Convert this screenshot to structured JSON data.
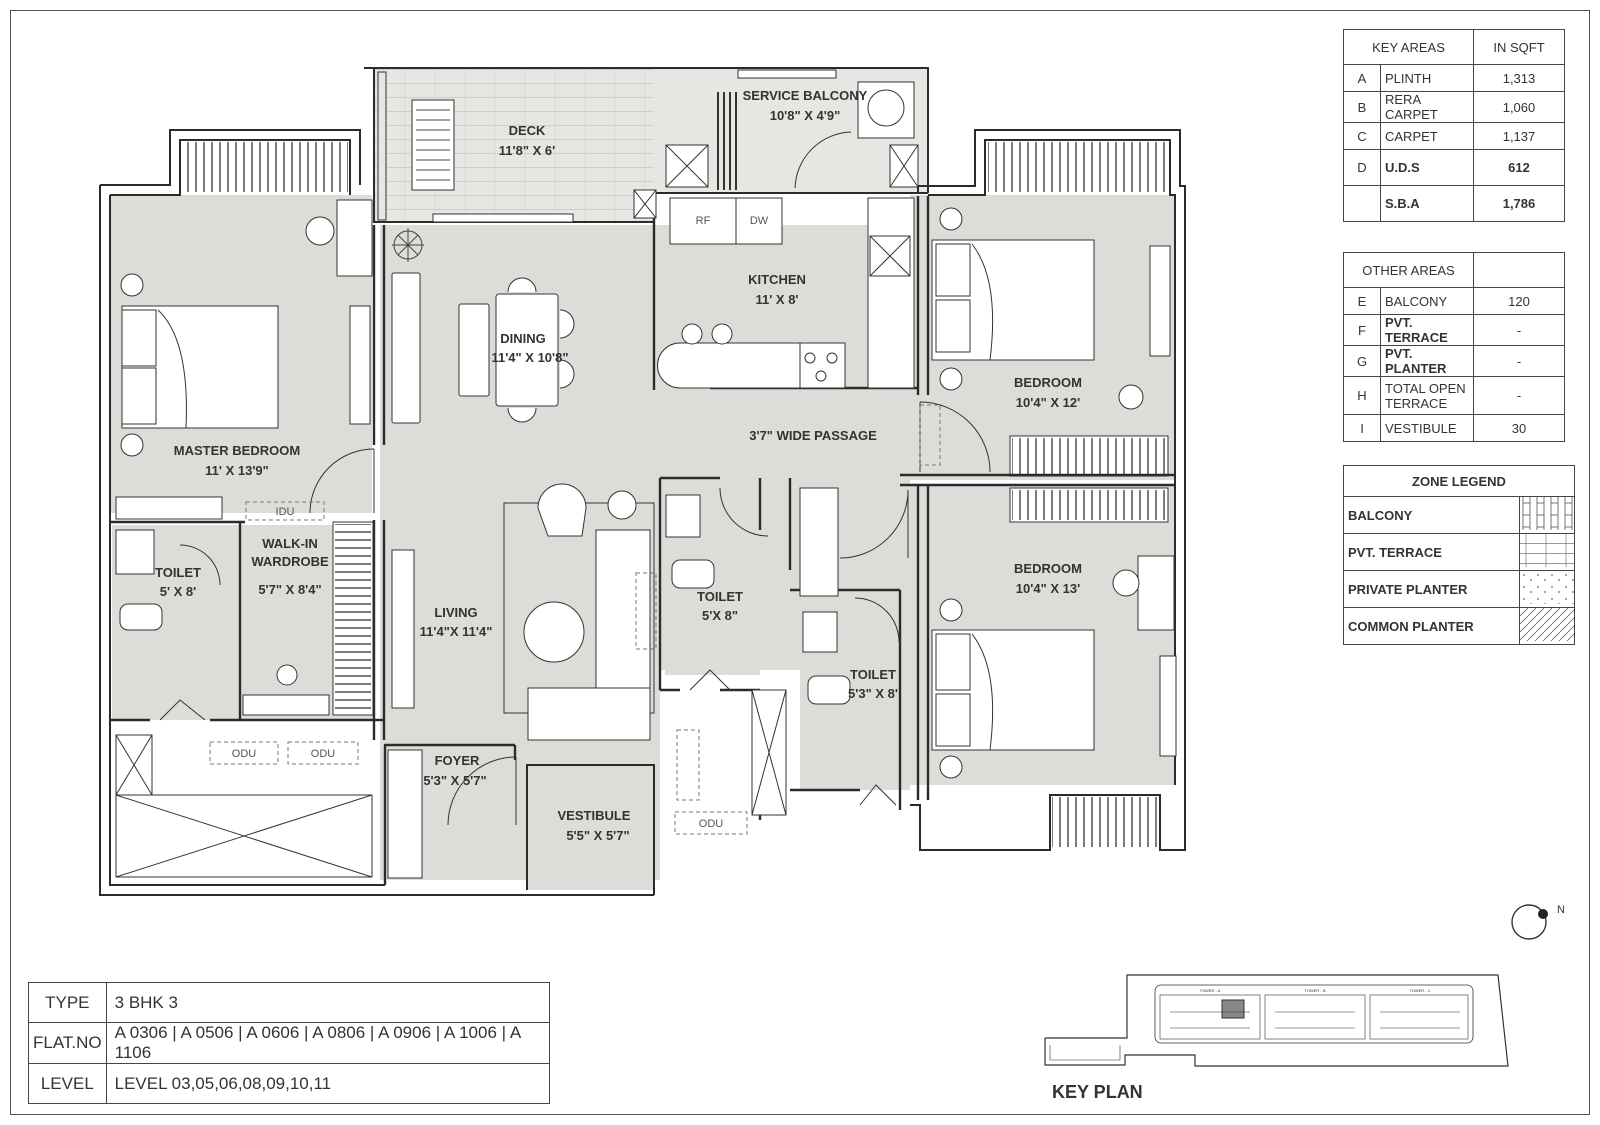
{
  "rooms": {
    "deck": {
      "name": "DECK",
      "size": "11'8\" X 6'"
    },
    "service_balcony": {
      "name": "SERVICE BALCONY",
      "size": "10'8\" X 4'9\""
    },
    "kitchen": {
      "name": "KITCHEN",
      "size": "11' X 8'"
    },
    "dining": {
      "name": "DINING",
      "size": "11'4\" X 10'8\""
    },
    "master_bedroom": {
      "name": "MASTER BEDROOM",
      "size": "11' X 13'9\""
    },
    "bedroom_1": {
      "name": "BEDROOM",
      "size": "10'4\" X 12'"
    },
    "bedroom_2": {
      "name": "BEDROOM",
      "size": "10'4\" X 13'"
    },
    "passage": {
      "name": "3'7\" WIDE PASSAGE"
    },
    "toilet_master": {
      "name": "TOILET",
      "size": "5' X 8'"
    },
    "walk_in": {
      "line1": "WALK-IN",
      "line2": "WARDROBE",
      "size": "5'7\" X 8'4\""
    },
    "living": {
      "name": "LIVING",
      "size": "11'4\"X 11'4\""
    },
    "toilet_2": {
      "name": "TOILET",
      "size": "5'X 8\""
    },
    "toilet_3": {
      "name": "TOILET",
      "size": "5'3\" X 8'"
    },
    "foyer": {
      "name": "FOYER",
      "size": "5'3\" X 5'7\""
    },
    "vestibule": {
      "name": "VESTIBULE",
      "size": "5'5\" X 5'7\""
    }
  },
  "fixtures": {
    "rf": "RF",
    "dw": "DW",
    "idu": "IDU",
    "odu": "ODU"
  },
  "key_areas": {
    "header": [
      "KEY AREAS",
      "IN SQFT"
    ],
    "rows": [
      {
        "code": "A",
        "label": "PLINTH",
        "value": "1,313"
      },
      {
        "code": "B",
        "label": "RERA CARPET",
        "value": "1,060"
      },
      {
        "code": "C",
        "label": "CARPET",
        "value": "1,137"
      },
      {
        "code": "D",
        "label": "U.D.S",
        "value": "612"
      },
      {
        "code": "",
        "label": "S.B.A",
        "value": "1,786"
      }
    ]
  },
  "other_areas": {
    "header": "OTHER AREAS",
    "rows": [
      {
        "code": "E",
        "label": "BALCONY",
        "value": "120"
      },
      {
        "code": "F",
        "label": "PVT. TERRACE",
        "value": "-"
      },
      {
        "code": "G",
        "label": "PVT. PLANTER",
        "value": "-"
      },
      {
        "code": "H",
        "label": "TOTAL OPEN TERRACE",
        "value": "-"
      },
      {
        "code": "I",
        "label": "VESTIBULE",
        "value": "30"
      }
    ]
  },
  "zone_legend": {
    "header": "ZONE LEGEND",
    "items": [
      "BALCONY",
      "PVT. TERRACE",
      "PRIVATE PLANTER",
      "COMMON PLANTER"
    ]
  },
  "unit_info": {
    "type_label": "TYPE",
    "type_value": "3 BHK 3",
    "flat_label": "FLAT.NO",
    "flat_value": "A 0306 | A 0506 | A 0606 | A 0806 | A 0906 | A 1006 | A 1106",
    "level_label": "LEVEL",
    "level_value": "LEVEL 03,05,06,08,09,10,11"
  },
  "north_label": "N",
  "key_plan": {
    "title": "KEY PLAN",
    "towers": [
      "TOWER - A",
      "TOWER - B",
      "TOWER - C"
    ]
  },
  "colors": {
    "floor": "#dcdcd8",
    "balcony": "#e6e6e2",
    "wall": "#2b2b2b",
    "highlight_unit": "#888888"
  }
}
